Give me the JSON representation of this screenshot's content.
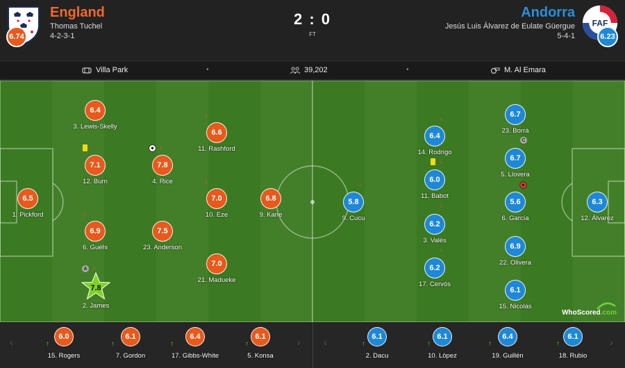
{
  "home": {
    "name": "England",
    "coach": "Thomas Tuchel",
    "formation": "4-2-3-1",
    "rating": "6.74",
    "color": "#e8591c"
  },
  "away": {
    "name": "Andorra",
    "coach": "Jesús Luis Álvarez de Eulate Güergue",
    "formation": "5-4-1",
    "rating": "6.23",
    "color": "#1e88d6",
    "crest_text": "FAF"
  },
  "score": "2 : 0",
  "status": "FT",
  "info": {
    "stadium": "Villa Park",
    "attendance": "39,202",
    "referee": "M. Al Emara"
  },
  "home_players": [
    {
      "rating": "6.5",
      "name": "1. Pickford"
    },
    {
      "rating": "6.4",
      "name": "3. Lewis-Skelly"
    },
    {
      "rating": "7.1",
      "name": "12. Burn"
    },
    {
      "rating": "6.9",
      "name": "6. Guéhi"
    },
    {
      "rating": "7.8",
      "name": "2. James"
    },
    {
      "rating": "7.8",
      "name": "4. Rice"
    },
    {
      "rating": "7.5",
      "name": "23. Anderson"
    },
    {
      "rating": "6.6",
      "name": "11. Rashford"
    },
    {
      "rating": "7.0",
      "name": "10. Eze"
    },
    {
      "rating": "7.0",
      "name": "21. Madueke"
    },
    {
      "rating": "6.8",
      "name": "9. Kane"
    }
  ],
  "away_players": [
    {
      "rating": "5.8",
      "name": "9. Cucu"
    },
    {
      "rating": "6.4",
      "name": "14. Rodrigo"
    },
    {
      "rating": "6.0",
      "name": "11. Babot"
    },
    {
      "rating": "6.2",
      "name": "3. Valés"
    },
    {
      "rating": "6.2",
      "name": "17. Cervós"
    },
    {
      "rating": "6.7",
      "name": "23. Borrà"
    },
    {
      "rating": "6.7",
      "name": "5. Llovera"
    },
    {
      "rating": "5.6",
      "name": "6. García"
    },
    {
      "rating": "6.9",
      "name": "22. Olivera"
    },
    {
      "rating": "6.1",
      "name": "15. Nicolás"
    },
    {
      "rating": "6.3",
      "name": "12. Álvarez"
    }
  ],
  "badges": {
    "captain_home": "A",
    "captain_away": "C"
  },
  "home_subs": [
    {
      "rating": "6.0",
      "name": "15. Rogers"
    },
    {
      "rating": "6.1",
      "name": "7. Gordon"
    },
    {
      "rating": "6.4",
      "name": "17. Gibbs-White"
    },
    {
      "rating": "6.1",
      "name": "5. Konsa"
    }
  ],
  "away_subs": [
    {
      "rating": "6.1",
      "name": "2. Dacu"
    },
    {
      "rating": "6.1",
      "name": "10. López"
    },
    {
      "rating": "6.4",
      "name": "19. Guillén"
    },
    {
      "rating": "6.1",
      "name": "18. Rubio"
    }
  ],
  "watermark": {
    "main": "WhoScored",
    "suffix": ".com"
  },
  "nav": {
    "prev": "‹",
    "next": "›"
  }
}
